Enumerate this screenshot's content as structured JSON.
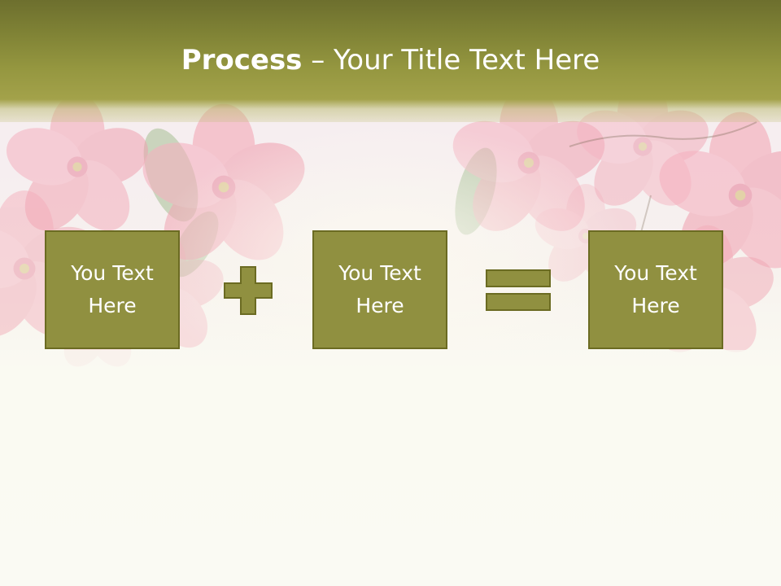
{
  "slide": {
    "title_bold": "Process",
    "title_rest": " – Your Title Text Here",
    "boxes": [
      {
        "text": "You Text Here"
      },
      {
        "text": "You Text Here"
      },
      {
        "text": "You Text Here"
      }
    ],
    "operators": [
      "plus-icon",
      "equals-icon"
    ]
  },
  "colors": {
    "title_band": "#848536",
    "box_fill": "#909040",
    "box_border": "#6b6b22",
    "background": "#fafaf2",
    "blossom": "#f3a6b6"
  }
}
